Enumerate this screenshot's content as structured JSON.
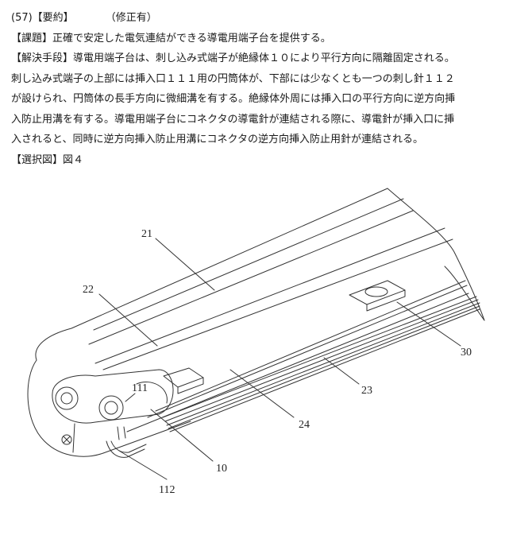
{
  "abstract": {
    "header_number": "(57)【要約】",
    "header_note": "（修正有）",
    "line1": "【課題】正確で安定した電気連結ができる導電用端子台を提供する。",
    "line2": "【解決手段】導電用端子台は、刺し込み式端子が絶縁体１０により平行方向に隔離固定される。",
    "line3": "刺し込み式端子の上部には挿入口１１１用の円筒体が、下部には少なくとも一つの刺し針１１２",
    "line4": "が設けられ、円筒体の長手方向に微細溝を有する。絶縁体外周には挿入口の平行方向に逆方向挿",
    "line5": "入防止用溝を有する。導電用端子台にコネクタの導電針が連結される際に、導電針が挿入口に挿",
    "line6": "入されると、同時に逆方向挿入防止用溝にコネクタの逆方向挿入防止用針が連結される。",
    "selected_figure": "【選択図】図４"
  },
  "figure": {
    "labels": {
      "l21": "21",
      "l22": "22",
      "l111": "111",
      "l30": "30",
      "l23": "23",
      "l24": "24",
      "l10": "10",
      "l112": "112"
    }
  }
}
